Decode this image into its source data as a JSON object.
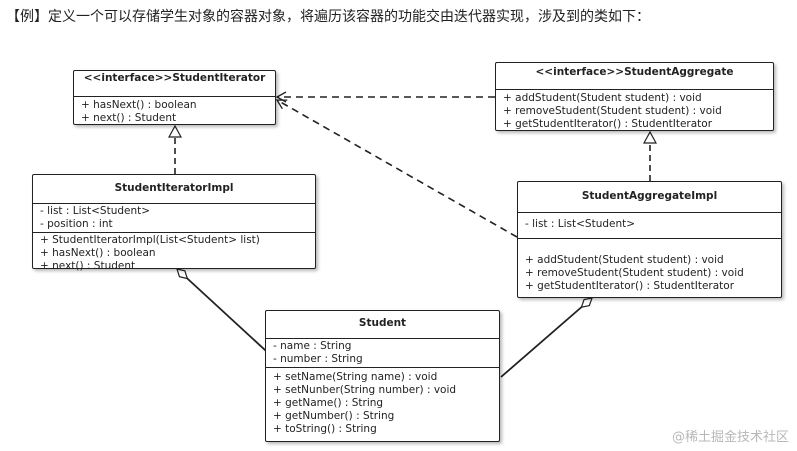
{
  "caption": "【例】定义一个可以存储学生对象的容器对象，将遍历该容器的功能交由迭代器实现，涉及到的类如下：",
  "watermark": "@稀土掘金技术社区",
  "classes": {
    "student_iterator": {
      "title": "<<interface>>StudentIterator",
      "attributes": [],
      "methods": [
        "+ hasNext()   : boolean",
        "+ next() : Student"
      ]
    },
    "student_aggregate": {
      "title": "<<interface>>StudentAggregate",
      "attributes": [],
      "methods": [
        "+ addStudent(Student student) : void",
        "+ removeStudent(Student student) : void",
        "+ getStudentIterator() : StudentIterator"
      ]
    },
    "student_iterator_impl": {
      "title": "StudentIteratorImpl",
      "attributes": [
        "- list : List<Student>",
        "- position : int"
      ],
      "methods": [
        "+ StudentIteratorImpl(List<Student> list)",
        "+ hasNext()   : boolean",
        "+ next() : Student"
      ]
    },
    "student_aggregate_impl": {
      "title": "StudentAggregateImpl",
      "attributes": [
        "- list : List<Student>"
      ],
      "methods": [
        "+ addStudent(Student student) : void",
        "+ removeStudent(Student student) : void",
        "+ getStudentIterator() : StudentIterator"
      ]
    },
    "student": {
      "title": "Student",
      "attributes": [
        "- name : String",
        "- number : String"
      ],
      "methods": [
        "+ setName(String name) : void",
        "+ setNunber(String number) : void",
        "+ getName() : String",
        "+ getNumber() : String",
        "+ toString() : String"
      ]
    }
  }
}
